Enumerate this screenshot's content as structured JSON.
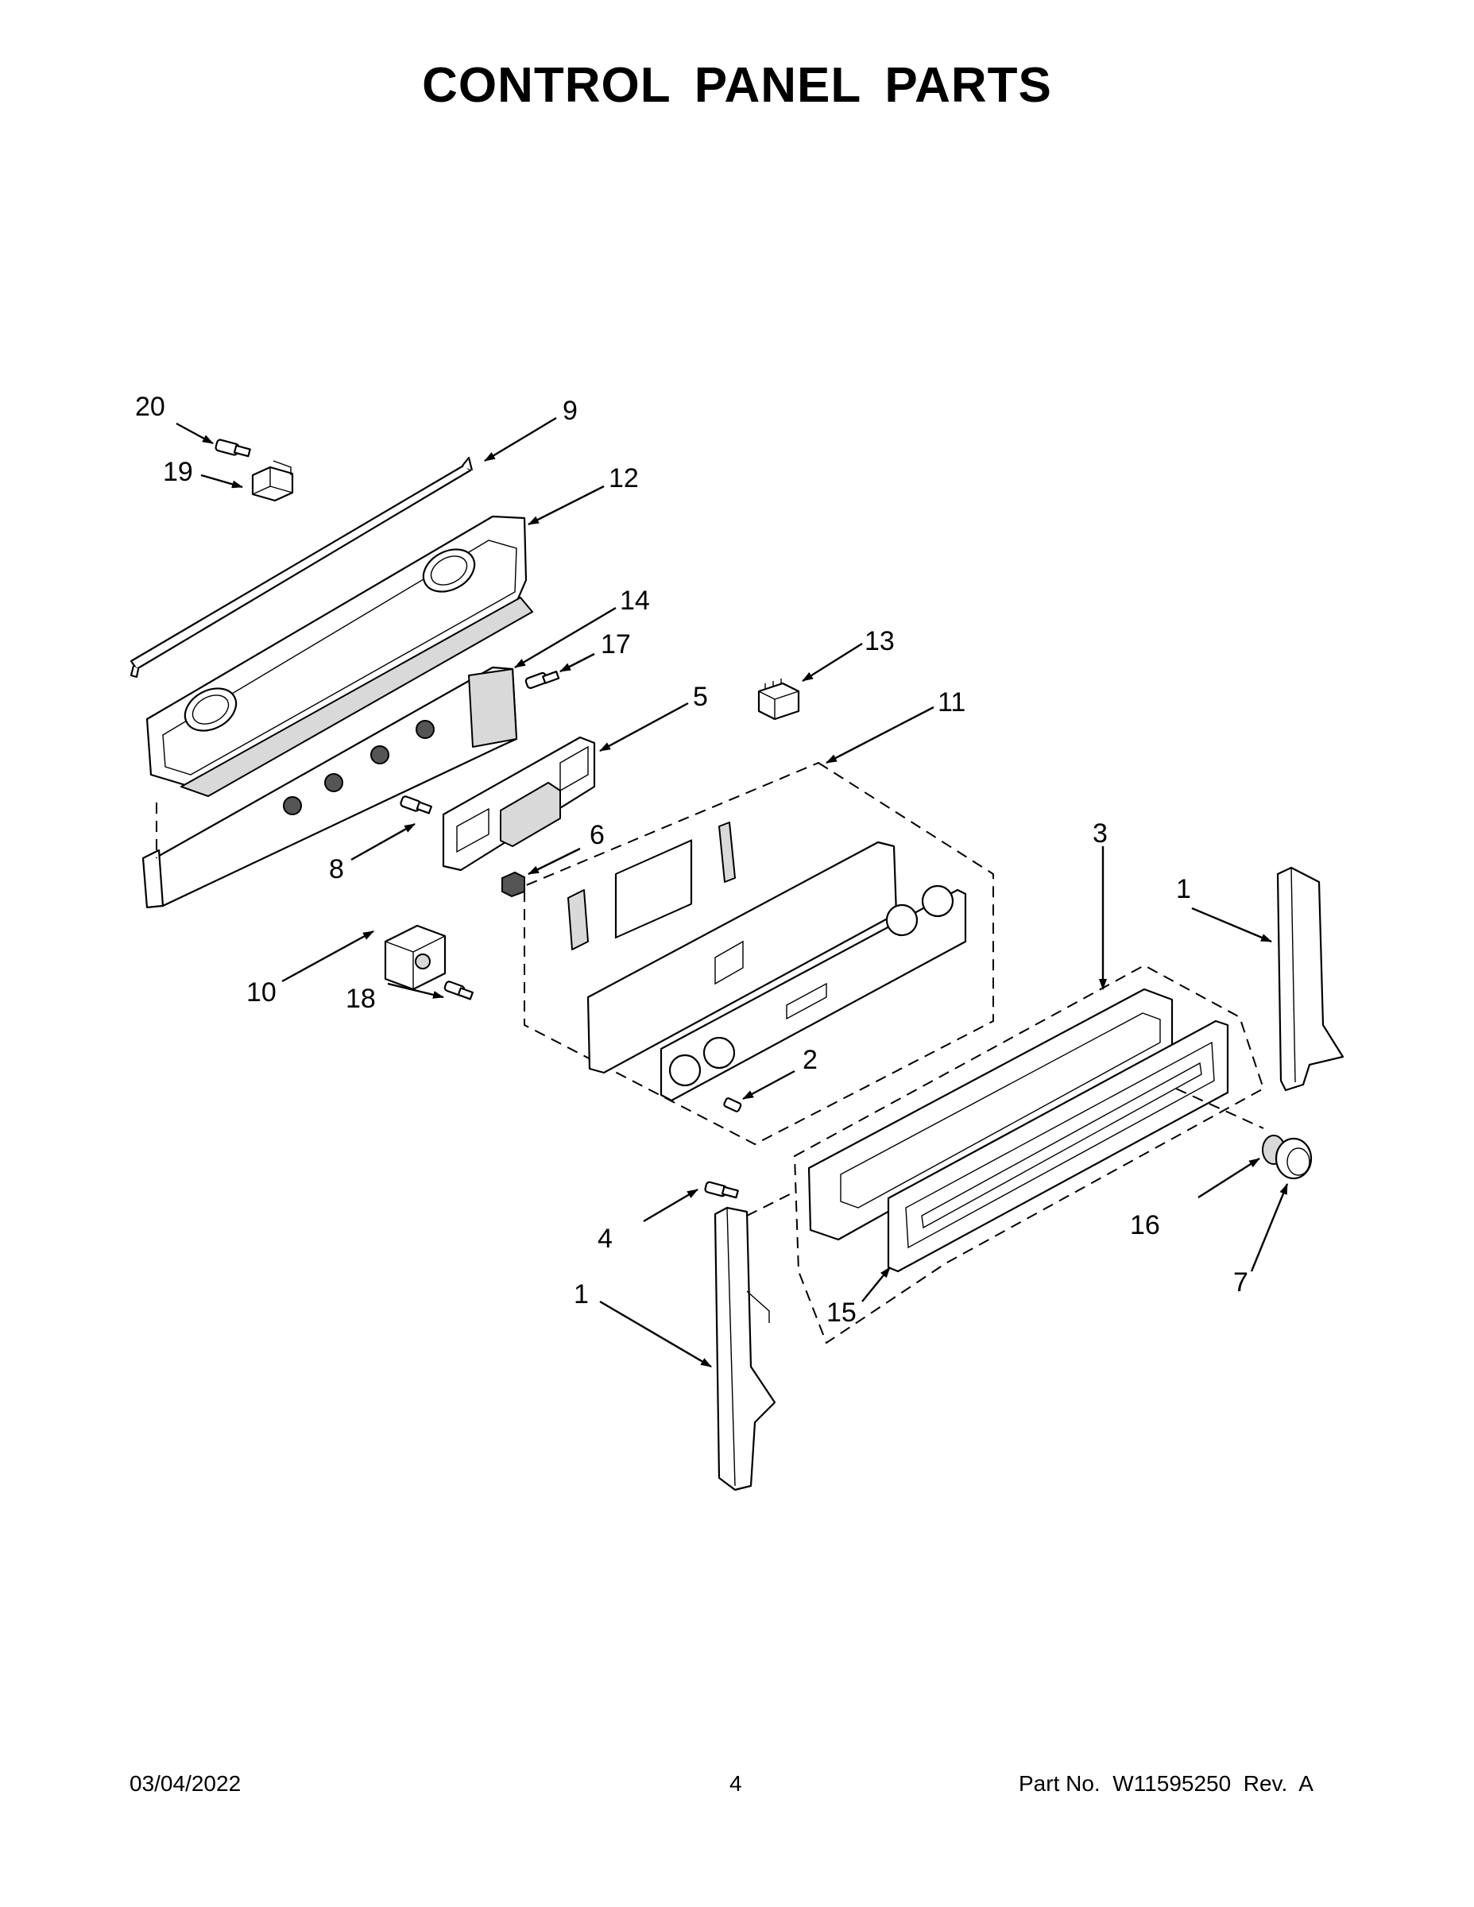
{
  "title": "CONTROL PANEL PARTS",
  "callouts": [
    "20",
    "9",
    "19",
    "12",
    "14",
    "17",
    "13",
    "5",
    "11",
    "8",
    "6",
    "10",
    "18",
    "3",
    "1",
    "2",
    "4",
    "16",
    "15",
    "7",
    "1"
  ],
  "footer": {
    "date": "03/04/2022",
    "page_number": "4",
    "part_number": "Part No.  W11595250  Rev.  A"
  }
}
